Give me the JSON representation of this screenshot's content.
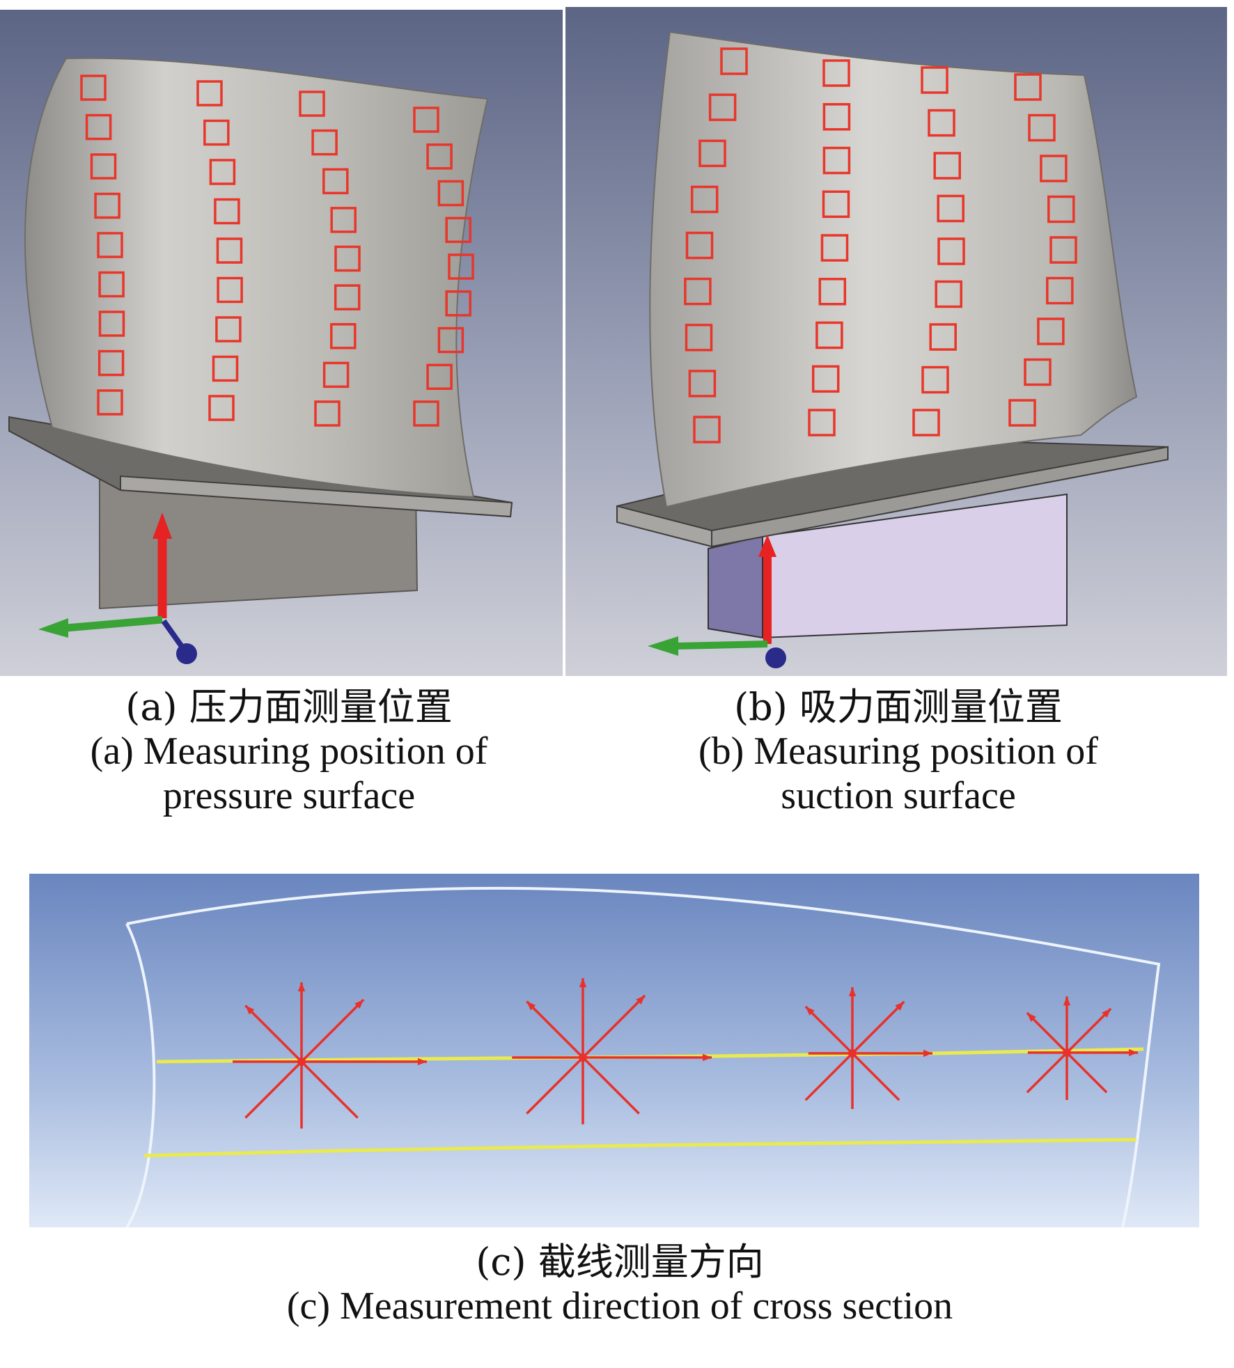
{
  "panels": {
    "a": {
      "caption_zh": "(a) 压力面测量位置",
      "caption_en": "(a) Measuring position of pressure surface",
      "rows_per_column": [
        9,
        9,
        9,
        9
      ]
    },
    "b": {
      "caption_zh": "(b) 吸力面测量位置",
      "caption_en": "(b) Measuring position of suction surface",
      "rows_per_column": [
        9,
        9,
        9,
        9
      ]
    },
    "c": {
      "caption_zh": "(c) 截线测量方向",
      "caption_en": "(c) Measurement direction of cross section",
      "measurement_stars": 4
    }
  },
  "colors": {
    "marker": "#e8362b",
    "axis_up": "#e62222",
    "axis_left": "#3aa336",
    "axis_normal": "#2a2a8a",
    "blade": "#c9c7c2",
    "section_line": "#e9e950",
    "outline": "#e8f0fb"
  }
}
